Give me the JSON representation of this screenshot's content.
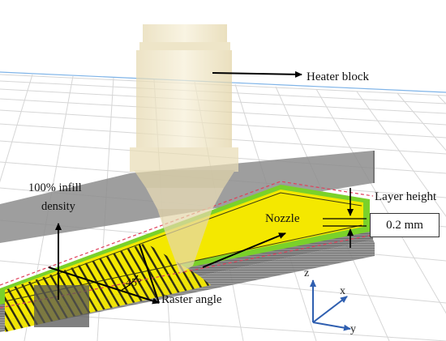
{
  "labels": {
    "heater_block": "Heater block",
    "infill_line1": "100% infill",
    "infill_line2": "density",
    "layer_height": "Layer height",
    "nozzle": "Nozzle",
    "layer_value": "0.2 mm",
    "angle": "45°",
    "raster_angle": "Raster angle",
    "axis_z": "z",
    "axis_x": "x",
    "axis_y": "y"
  },
  "colors": {
    "infill_yellow": "#f4e800",
    "perimeter_green": "#7ad12a",
    "outline_red": "#e0405a",
    "print_gray": "#8c8c8c",
    "nozzle_beige": "#efe4c0",
    "grid_line": "#d8d8d8",
    "horizon_blue": "#7fb4e8",
    "axis_blue": "#2f5fb0"
  }
}
